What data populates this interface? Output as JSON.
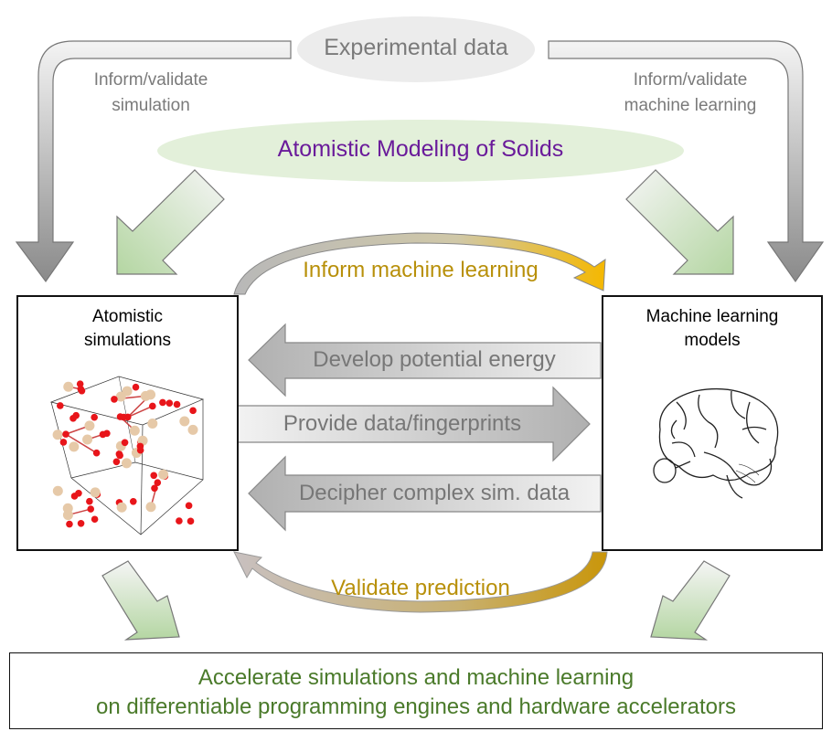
{
  "title_ellipse": {
    "label": "Experimental data"
  },
  "left_feedback_label": {
    "line1": "Inform/validate",
    "line2": "simulation"
  },
  "right_feedback_label": {
    "line1": "Inform/validate",
    "line2": "machine learning"
  },
  "main_ellipse": {
    "label": "Atomistic Modeling of Solids"
  },
  "top_curve_label": "Inform machine learning",
  "bottom_curve_label": "Validate prediction",
  "left_box": {
    "line1": "Atomistic",
    "line2": "simulations",
    "image": "atomic-structure-cube"
  },
  "right_box": {
    "line1": "Machine learning",
    "line2": "models",
    "image": "brain-illustration"
  },
  "middle_arrows": [
    {
      "label": "Develop potential energy",
      "direction": "left"
    },
    {
      "label": "Provide data/fingerprints",
      "direction": "right"
    },
    {
      "label": "Decipher complex sim. data",
      "direction": "left"
    }
  ],
  "bottom_box": {
    "line1": "Accelerate simulations and machine learning",
    "line2": "on differentiable programming engines and hardware accelerators"
  },
  "colors": {
    "purple_text": "#6a1b9a",
    "gold_text": "#b8900a",
    "green_text": "#4a7a2a",
    "gray_text": "#7a7a7a",
    "green_ellipse": "#e3f0da",
    "gray_ellipse": "#ececec",
    "atom_red": "#e8151a",
    "atom_tan": "#e6c9a8"
  }
}
